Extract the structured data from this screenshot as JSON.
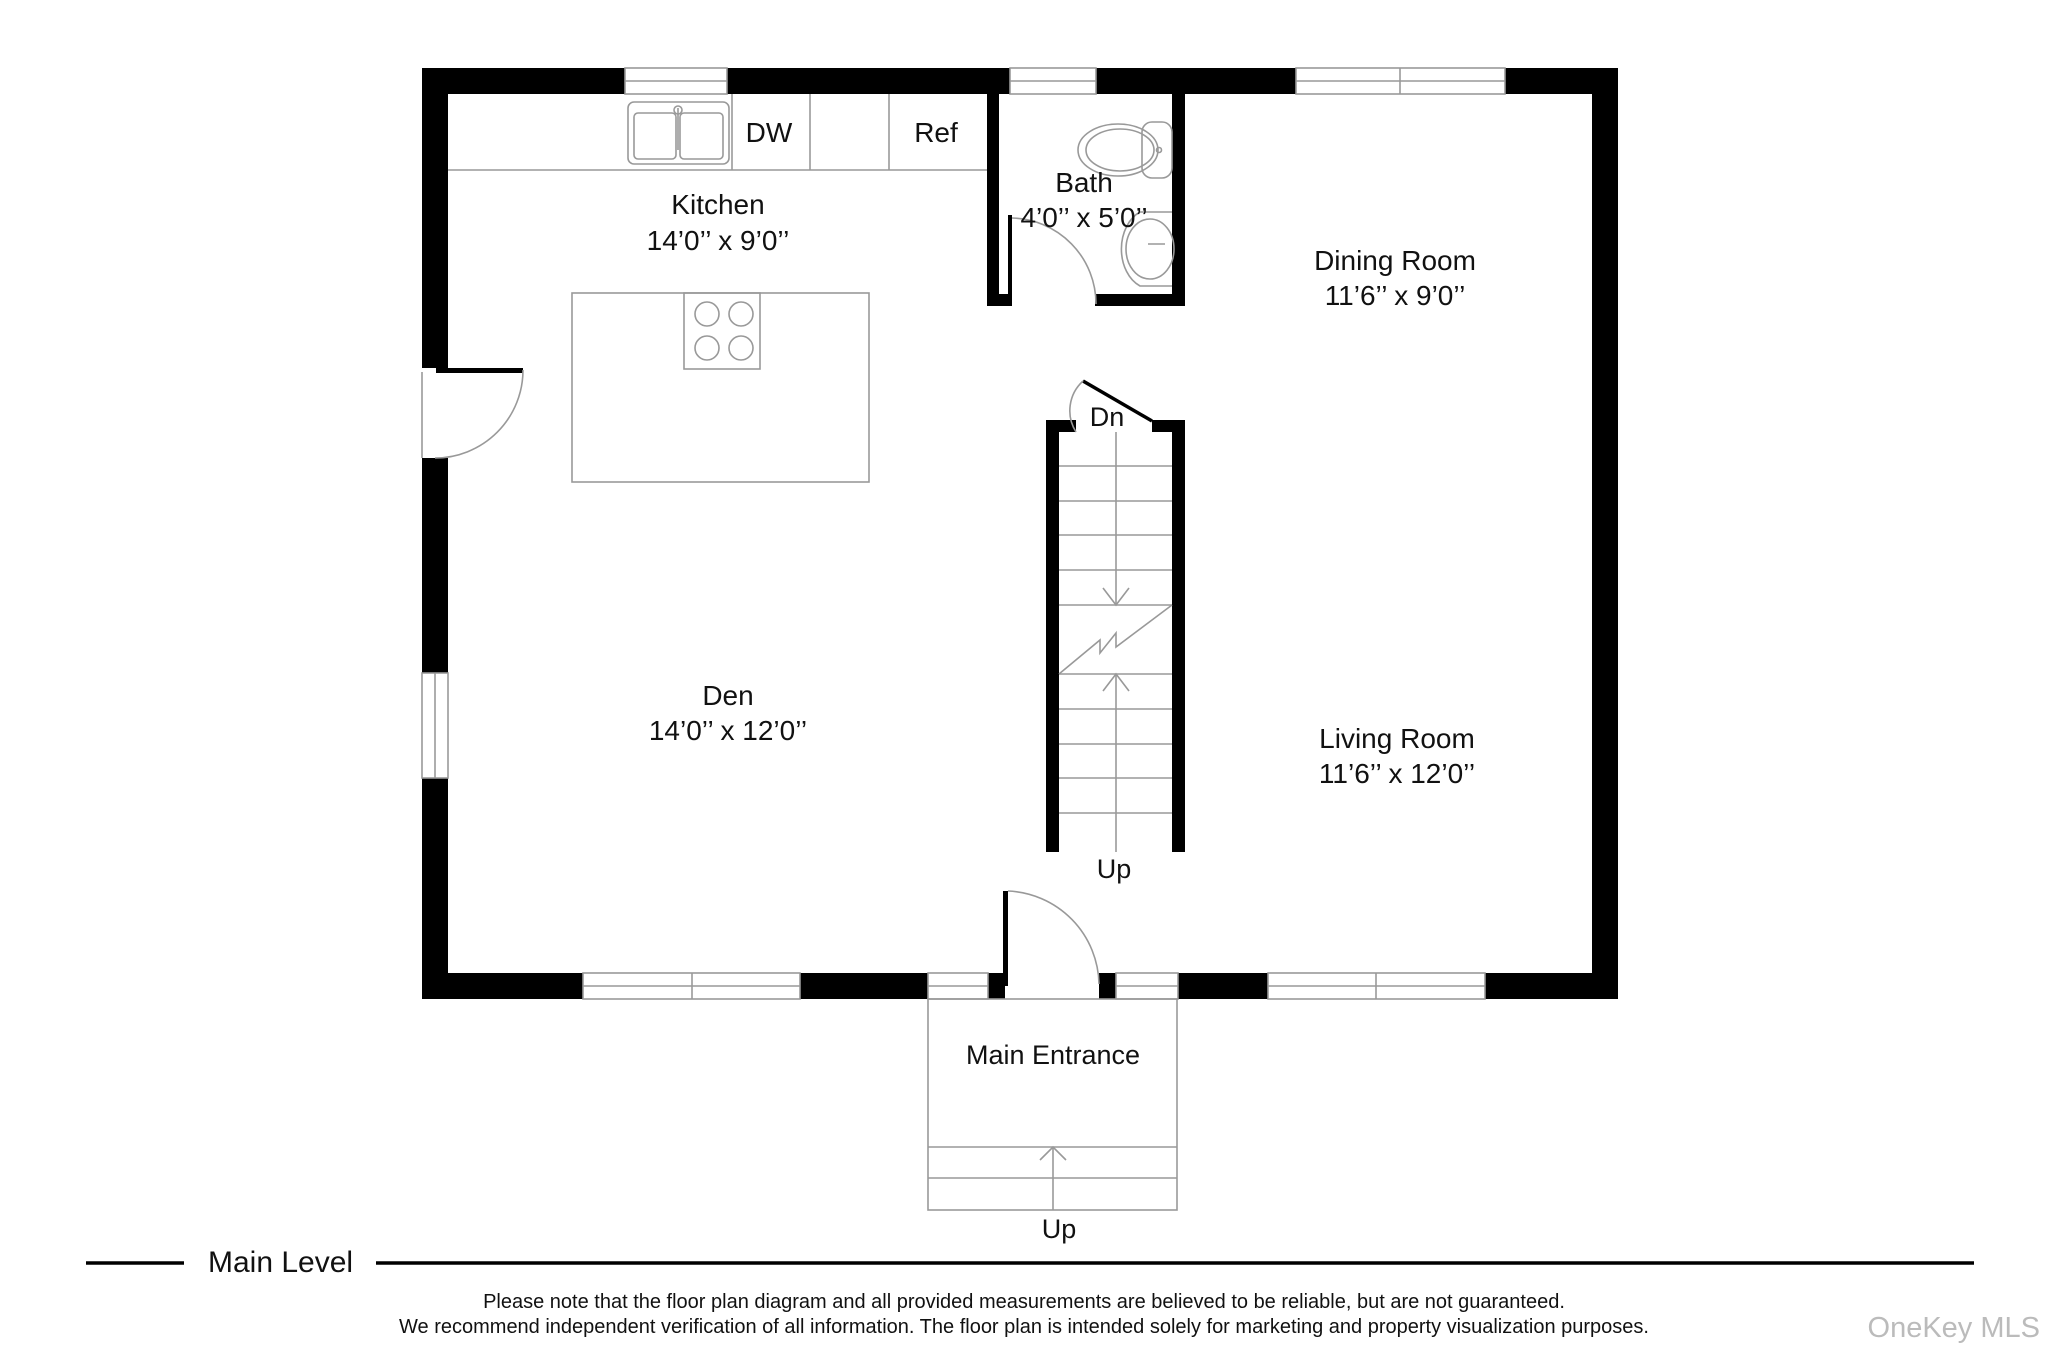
{
  "plan": {
    "level_title": "Main Level",
    "rooms": [
      {
        "name": "Kitchen",
        "size": "14’0’’ x 9’0’’"
      },
      {
        "name": "Bath",
        "size": "4’0’’ x 5’0’’"
      },
      {
        "name": "Dining Room",
        "size": "11’6’’ x 9’0’’"
      },
      {
        "name": "Den",
        "size": "14’0’’ x 12’0’’"
      },
      {
        "name": "Living Room",
        "size": "11’6’’ x 12’0’’"
      },
      {
        "name": "Main Entrance",
        "size": ""
      }
    ],
    "fixtures": {
      "dishwasher": "DW",
      "refrigerator": "Ref"
    },
    "stairs": {
      "down_label": "Dn",
      "up_label": "Up",
      "entrance_up_label": "Up"
    }
  },
  "footer": {
    "disclaimer_line1": "Please note that the floor plan diagram and all provided measurements are believed to be reliable, but are not guaranteed.",
    "disclaimer_line2": "We recommend independent verification of all information. The floor plan is intended solely for marketing and property visualization purposes.",
    "watermark": "OneKey MLS"
  }
}
